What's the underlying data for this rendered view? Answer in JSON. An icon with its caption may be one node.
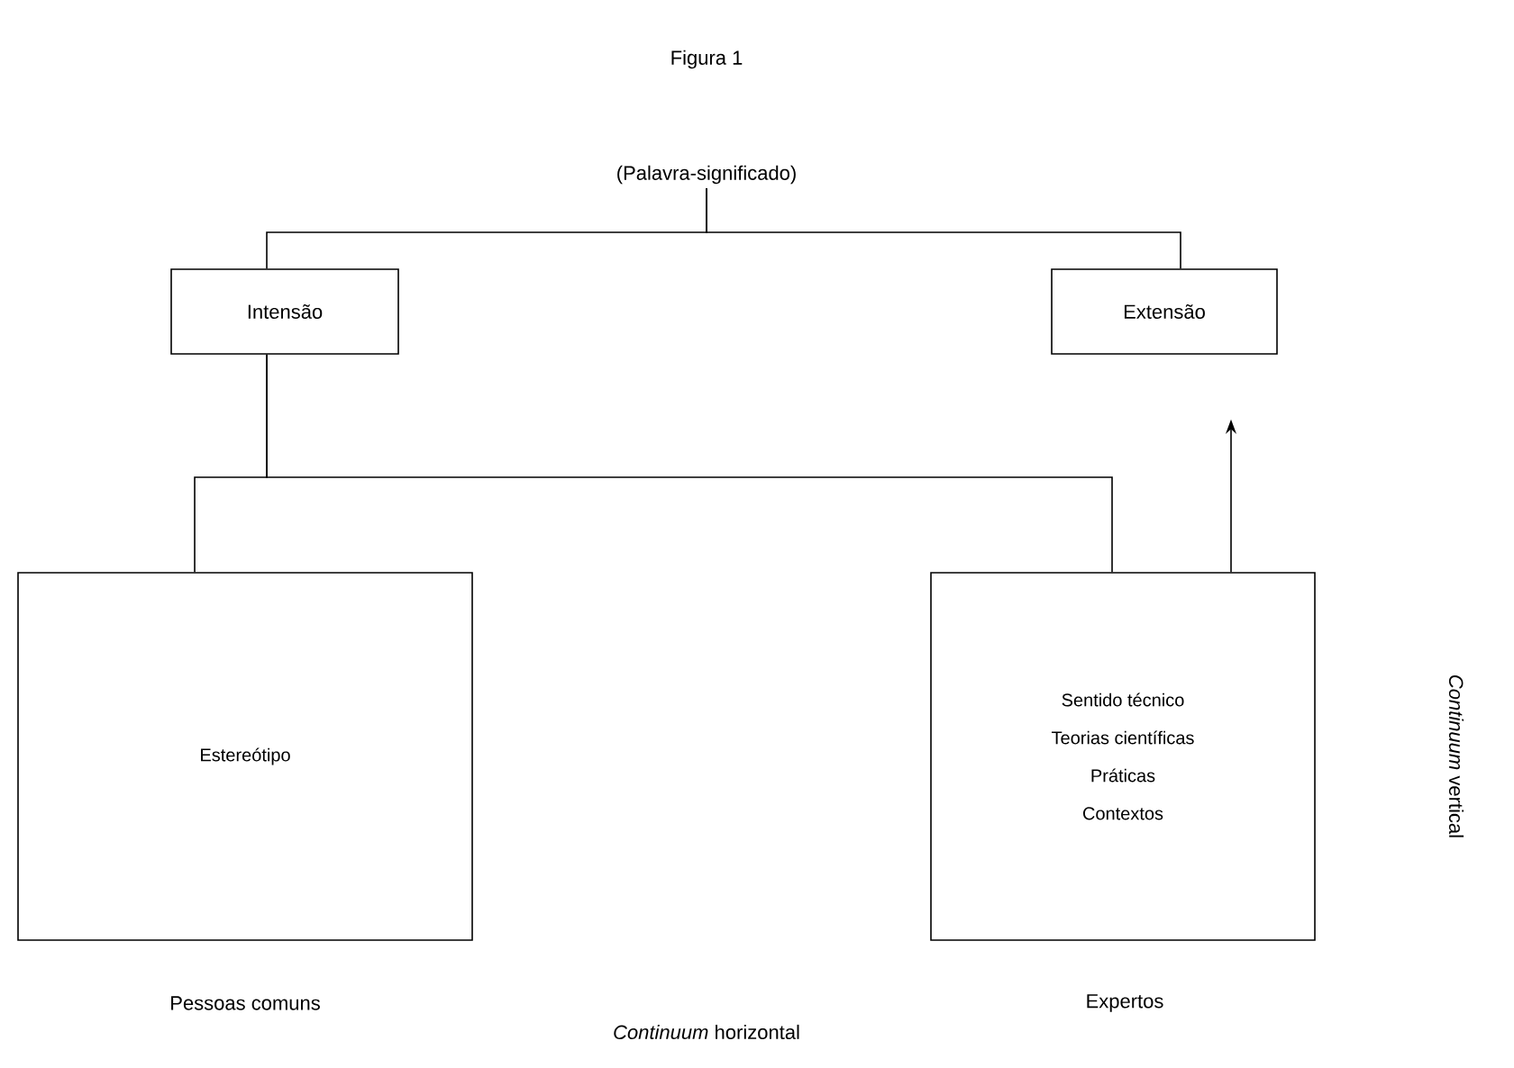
{
  "diagram": {
    "title": "Figura 1",
    "nodes": [
      {
        "text": [
          "(Palavra-significado)"
        ]
      },
      {
        "text": [
          "Intensão"
        ]
      },
      {
        "text": [
          "Extensão"
        ]
      },
      {
        "text": [
          "Estereótipo"
        ],
        "beside": [
          "Pessoas comuns"
        ]
      },
      {
        "text": [
          "Sentido técnico",
          "Teorias científicas",
          "Práticas",
          "Contextos"
        ],
        "beside": [
          "Expertos"
        ]
      }
    ],
    "edges": [
      {
        "from": 0,
        "to": 1,
        "arrow": "none"
      },
      {
        "from": 0,
        "to": 2,
        "arrow": "none"
      },
      {
        "from": 1,
        "to": 3,
        "arrow": "none"
      },
      {
        "from": 1,
        "to": 4,
        "arrow": "none"
      },
      {
        "from": 4,
        "to": 2,
        "arrow": "to"
      }
    ],
    "labels": [
      "*Continuum* horizontal",
      "*Continuum* vertical"
    ]
  }
}
